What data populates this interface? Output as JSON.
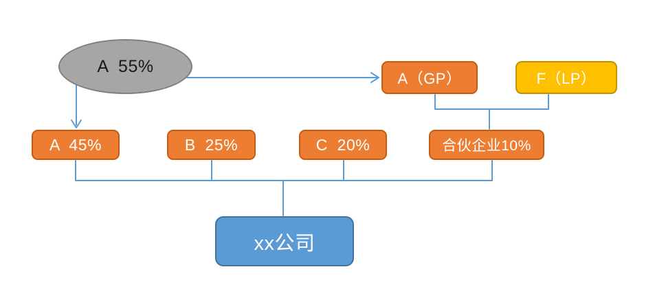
{
  "diagram": {
    "title": "equity-structure-chart",
    "nodes": {
      "shareholder_a": {
        "label": "A  55%",
        "shape": "ellipse",
        "color": "#a6a6a6"
      },
      "a_gp": {
        "label": "A（GP）",
        "shape": "rounded-rect",
        "color": "#ed7d31"
      },
      "f_lp": {
        "label": "F（LP）",
        "shape": "rounded-rect",
        "color": "#ffc000"
      },
      "a_45": {
        "label": "A  45%",
        "shape": "rounded-rect",
        "color": "#ed7d31"
      },
      "b_25": {
        "label": "B  25%",
        "shape": "rounded-rect",
        "color": "#ed7d31"
      },
      "c_20": {
        "label": "C  20%",
        "shape": "rounded-rect",
        "color": "#ed7d31"
      },
      "partnership": {
        "label": "合伙企业10%",
        "shape": "rounded-rect",
        "color": "#ed7d31"
      },
      "company": {
        "label": "xx公司",
        "shape": "rounded-rect",
        "color": "#5b9bd5"
      }
    },
    "edges": [
      {
        "from": "shareholder_a",
        "to": "a_gp",
        "arrow": true
      },
      {
        "from": "shareholder_a",
        "to": "a_45",
        "arrow": true
      },
      {
        "from": "a_gp",
        "to": "partnership",
        "arrow": false
      },
      {
        "from": "f_lp",
        "to": "partnership",
        "arrow": false
      },
      {
        "from": "a_45",
        "to": "company",
        "arrow": false
      },
      {
        "from": "b_25",
        "to": "company",
        "arrow": false
      },
      {
        "from": "c_20",
        "to": "company",
        "arrow": false
      },
      {
        "from": "partnership",
        "to": "company",
        "arrow": false
      }
    ],
    "colors": {
      "orange_fill": "#ed7d31",
      "orange_border": "#c55a11",
      "yellow_fill": "#ffc000",
      "yellow_border": "#bf9000",
      "blue_fill": "#5b9bd5",
      "blue_border": "#41719c",
      "gray_fill": "#a6a6a6",
      "gray_border": "#7f7f7f",
      "connector": "#5b9bd5",
      "background": "#ffffff"
    }
  }
}
